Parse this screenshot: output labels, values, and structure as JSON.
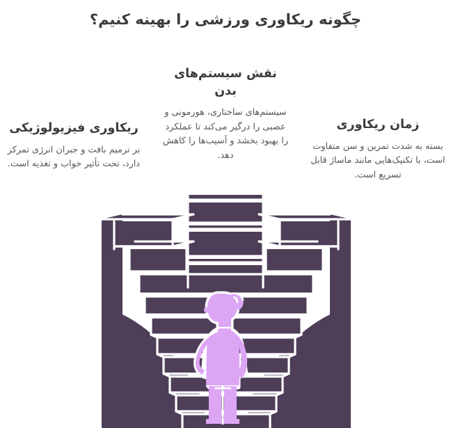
{
  "page": {
    "title": "چگونه ریکاوری ورزشی را بهینه کنیم؟",
    "background_color": "#ffffff",
    "title_color": "#3b3b3b",
    "body_text_color": "#575757"
  },
  "blocks": [
    {
      "id": "physiological-recovery",
      "position": "left",
      "heading": "ریکاوری فیزیولوژیکی",
      "body": "بر ترمیم بافت و جبران انرژی تمرکز دارد، تحت تأثیر خواب و تغذیه است."
    },
    {
      "id": "body-systems-role",
      "position": "center",
      "heading": "نقش سیستم‌های بدن",
      "body": "سیستم‌های ساختاری، هورمونی و عصبی را درگیر می‌کند تا عملکرد را بهبود بخشد و آسیب‌ها را کاهش دهد."
    },
    {
      "id": "recovery-time",
      "position": "right",
      "heading": "زمان ریکاوری",
      "body": "بسته به شدت تمرین و سن متفاوت است، با تکنیک‌هایی مانند ماساژ قابل تسریع است."
    }
  ],
  "illustration": {
    "name": "person-facing-stepped-amphitheater-stairs",
    "description": "شخصی که دست به سر گرفته و رو به پله‌های آمفی‌تئاتری ایستاده است",
    "colors": {
      "structure": "#4E3E58",
      "outline": "#ffffff",
      "figure": "#DCA6F5",
      "figure_shade": "#CE95EC"
    },
    "figure": {
      "name": "thinking-person",
      "pose": "hand-on-head-hand-on-hip"
    },
    "step_count": 12
  }
}
